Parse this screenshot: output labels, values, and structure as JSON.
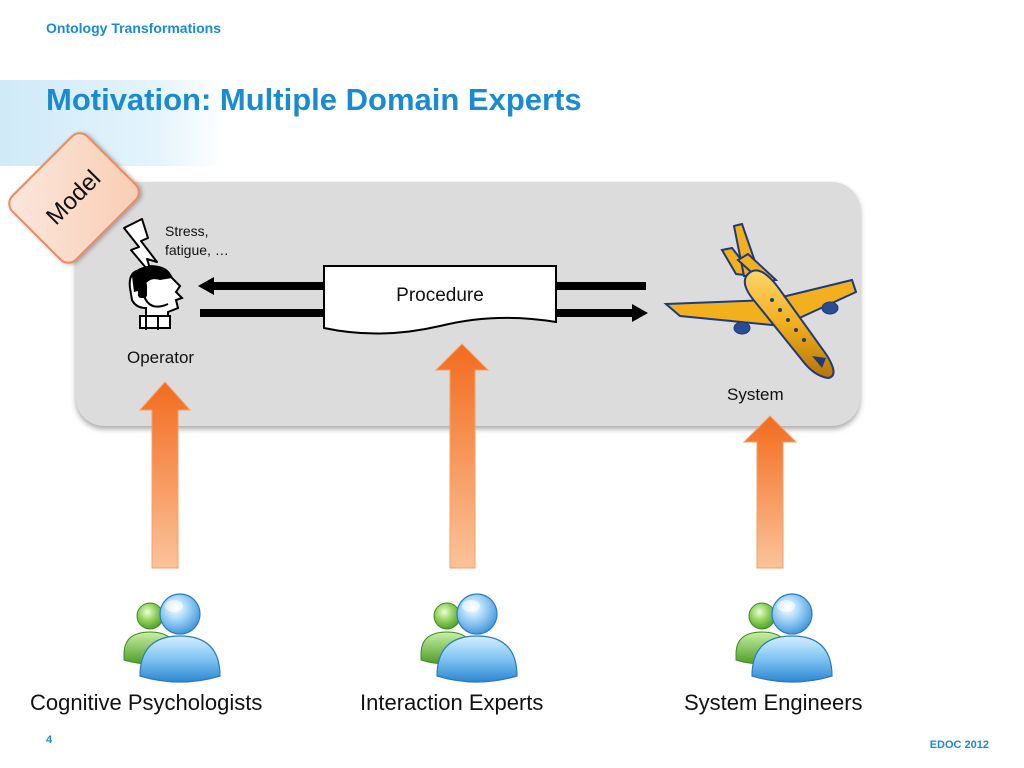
{
  "header": {
    "title": "Ontology Transformations"
  },
  "slide": {
    "title": "Motivation: Multiple Domain Experts"
  },
  "badge": {
    "label": "Model"
  },
  "diagram": {
    "stress_text": "Stress,\nfatigue, …",
    "operator_label": "Operator",
    "procedure_label": "Procedure",
    "system_label": "System"
  },
  "roles": [
    {
      "label": "Cognitive Psychologists",
      "icon": "user-group-icon"
    },
    {
      "label": "Interaction Experts",
      "icon": "user-group-icon"
    },
    {
      "label": "System Engineers",
      "icon": "user-group-icon"
    }
  ],
  "footer": {
    "page_number": "4",
    "text": "EDOC 2012"
  },
  "colors": {
    "accent": "#1a8bd0",
    "panel": "#dcdcdc",
    "arrow_orange": "#f47b20",
    "badge_border": "#ea8a63",
    "plane_yellow": "#f2b01e",
    "user_blue": "#4fa9e8",
    "user_green": "#6ab43f"
  }
}
